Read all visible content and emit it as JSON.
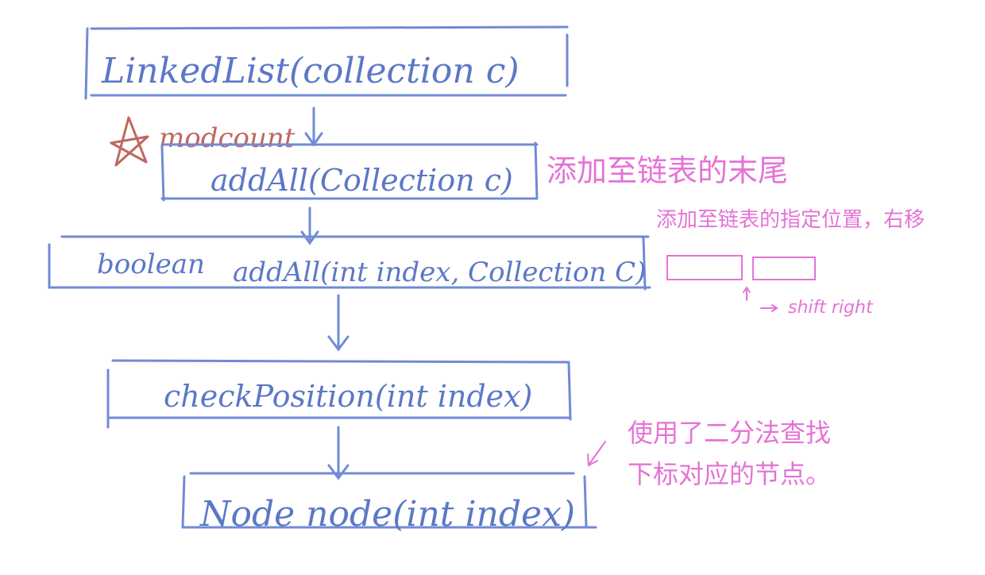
{
  "flow": {
    "box1": "LinkedList(collection c)",
    "note_modcount": "modcount",
    "box2": "addAll(Collection c)",
    "box3_prefix": "boolean",
    "box3": "addAll(int index, Collection C)",
    "box4": "checkPosition(int index)",
    "box5": "Node node(int index)"
  },
  "annotations": {
    "add_to_tail": "添加至链表的末尾",
    "add_to_position": "添加至链表的指定位置，右移",
    "shift_right": "shift right",
    "binary_search_line1": "使用了二分法查找",
    "binary_search_line2": "下标对应的节点。"
  },
  "colors": {
    "ink_blue": "#6f8bd6",
    "ink_pink": "#e573d6",
    "ink_red": "#c0675e"
  }
}
